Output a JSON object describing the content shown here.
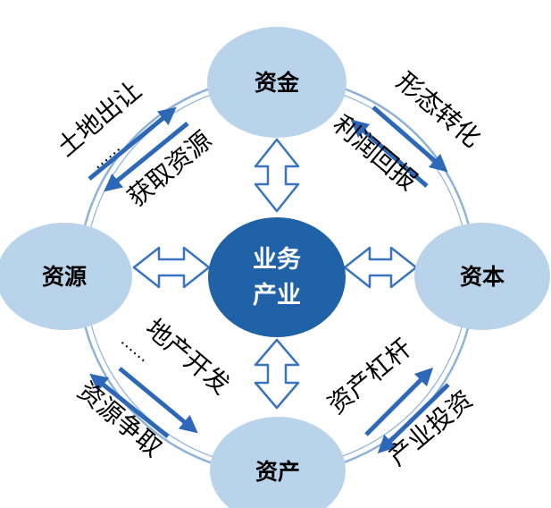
{
  "nodes": {
    "top": "资金",
    "left": "资源",
    "right": "资本",
    "bottom": "资产",
    "center_line1": "业务",
    "center_line2": "产业"
  },
  "edge_labels": {
    "top_left_outer": "土地出让",
    "top_left_ellipsis": "……",
    "top_left_inner": "获取资源",
    "top_right_outer": "形态转化",
    "top_right_inner": "利润回报",
    "bottom_left_outer": "资源争取",
    "bottom_left_ellipsis": "……",
    "bottom_left_inner": "地产开发",
    "bottom_right_outer": "产业投资",
    "bottom_right_inner": "资产杠杆"
  },
  "colors": {
    "outer_node": "#b9d3ea",
    "center_node": "#1f62a8",
    "arrow_blue": "#2d68b8",
    "ring": "#8fb2d8",
    "hollow_arrow": "#3a73bf",
    "text_dark": "#000000",
    "text_light": "#ffffff"
  }
}
